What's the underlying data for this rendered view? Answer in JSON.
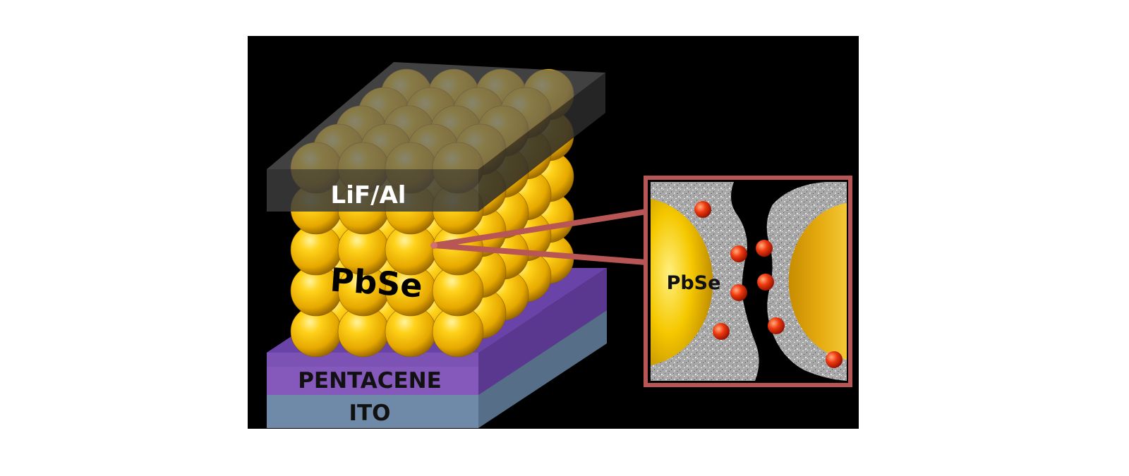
{
  "labels": {
    "top_electrode": "LiF/Al",
    "nanocrystal_layer": "PbSe",
    "hole_layer": "PENTACENE",
    "bottom_electrode": "ITO",
    "inset_particle": "PbSe"
  },
  "colors": {
    "background": "#000000",
    "gold": "#f2c200",
    "pentacene": "#7a4fb0",
    "ito": "#6f8aa8",
    "electrode": "#3a3a3a",
    "inset_frame": "#b85555",
    "ligand_dot": "#e03010"
  }
}
